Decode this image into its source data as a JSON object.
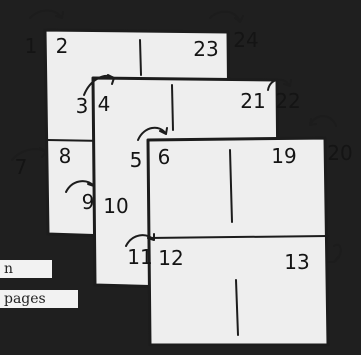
{
  "sheets": [
    {
      "labels": {
        "tl_outer": "1",
        "tl_inner": "2",
        "tr_inner": "23",
        "tr_outer": "24",
        "ml_outer": "7",
        "ml_inner": "8",
        "bl_inner": "9",
        "bl_outer": "10"
      }
    },
    {
      "labels": {
        "tl_outer": "3",
        "tl_inner": "4",
        "tr_inner": "21",
        "tr_outer": "22"
      }
    },
    {
      "labels": {
        "tl_outer": "5",
        "tl_inner": "6",
        "tr_inner": "19",
        "tr_outer": "20",
        "ml_outer": "11",
        "ml_inner": "12",
        "mr_inner": "13"
      }
    }
  ],
  "captions": {
    "top": "n",
    "bottom": "pages"
  }
}
